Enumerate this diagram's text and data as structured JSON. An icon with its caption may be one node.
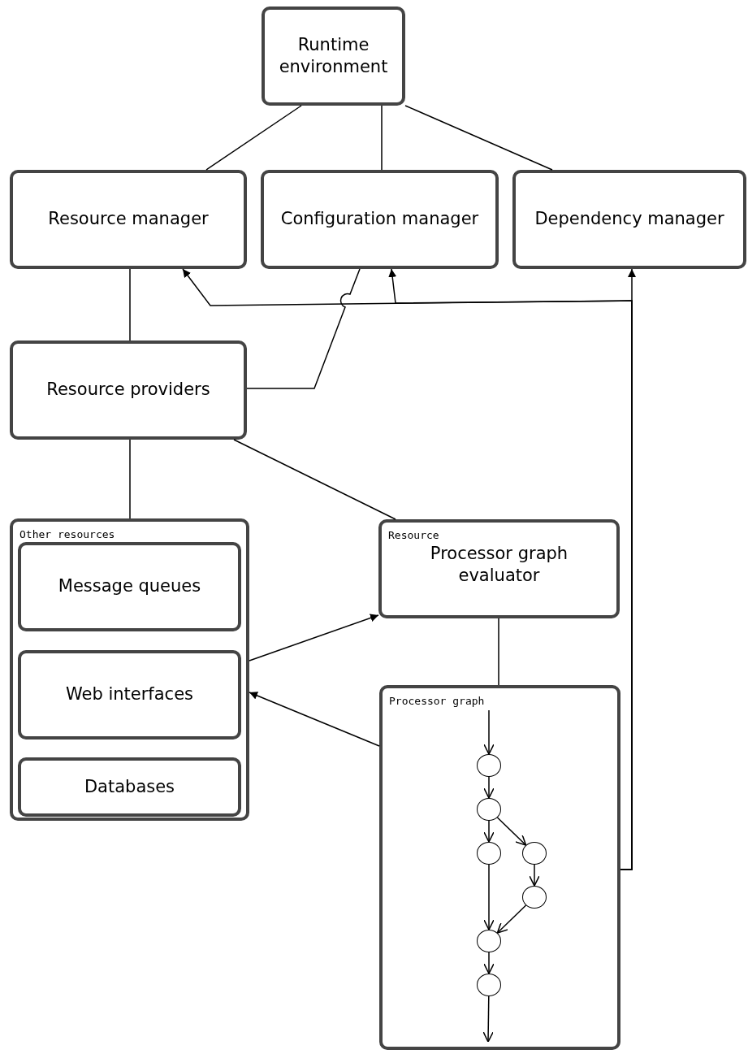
{
  "diagram": {
    "nodes": [
      {
        "text": [
          "Runtime environment"
        ]
      },
      {
        "text": [
          "Resource manager"
        ]
      },
      {
        "text": [
          "Configuration manager"
        ]
      },
      {
        "text": [
          "Dependency manager"
        ]
      },
      {
        "text": [
          "Resource providers"
        ]
      },
      {
        "text": [
          "Other resources"
        ]
      },
      {
        "text": [
          "Message queues"
        ],
        "in": 5
      },
      {
        "text": [
          "Web interfaces"
        ],
        "in": 5
      },
      {
        "text": [
          "Databases"
        ],
        "in": 5
      },
      {
        "text": [
          "Resource",
          "Processor graph evaluator"
        ]
      },
      {
        "text": [
          "Processor graph"
        ]
      },
      {
        "text": [],
        "shape": "circle",
        "in": 10
      },
      {
        "text": [],
        "shape": "circle",
        "in": 10
      },
      {
        "text": [],
        "shape": "circle",
        "in": 10
      },
      {
        "text": [],
        "shape": "circle",
        "in": 10
      },
      {
        "text": [],
        "shape": "circle",
        "in": 10
      },
      {
        "text": [],
        "shape": "circle",
        "in": 10
      },
      {
        "text": [],
        "shape": "circle",
        "in": 10
      }
    ],
    "edges": [
      {
        "from": 0,
        "to": 1,
        "arrow": "none"
      },
      {
        "from": 0,
        "to": 2,
        "arrow": "none"
      },
      {
        "from": 0,
        "to": 3,
        "arrow": "none"
      },
      {
        "from": 1,
        "to": 4,
        "arrow": "none"
      },
      {
        "from": 4,
        "to": 2,
        "arrow": "none"
      },
      {
        "from": 4,
        "to": 5,
        "arrow": "none"
      },
      {
        "from": 4,
        "to": 9,
        "arrow": "none"
      },
      {
        "from": 5,
        "to": 9,
        "arrow": "to"
      },
      {
        "from": 9,
        "to": 10,
        "arrow": "none"
      },
      {
        "from": 10,
        "to": 3,
        "arrow": "to"
      },
      {
        "from": 10,
        "to": 1,
        "arrow": "to"
      },
      {
        "from": 10,
        "to": 2,
        "arrow": "to"
      },
      {
        "from": 10,
        "to": 5,
        "arrow": "to"
      },
      {
        "from": null,
        "to": 11,
        "arrow": "to"
      },
      {
        "from": 11,
        "to": 12,
        "arrow": "to"
      },
      {
        "from": 12,
        "to": 13,
        "arrow": "to"
      },
      {
        "from": 12,
        "to": 14,
        "arrow": "to"
      },
      {
        "from": 14,
        "to": 15,
        "arrow": "to"
      },
      {
        "from": 13,
        "to": 16,
        "arrow": "to"
      },
      {
        "from": 15,
        "to": 16,
        "arrow": "to"
      },
      {
        "from": 16,
        "to": 17,
        "arrow": "to"
      },
      {
        "from": 17,
        "to": null,
        "arrow": "to"
      }
    ]
  }
}
